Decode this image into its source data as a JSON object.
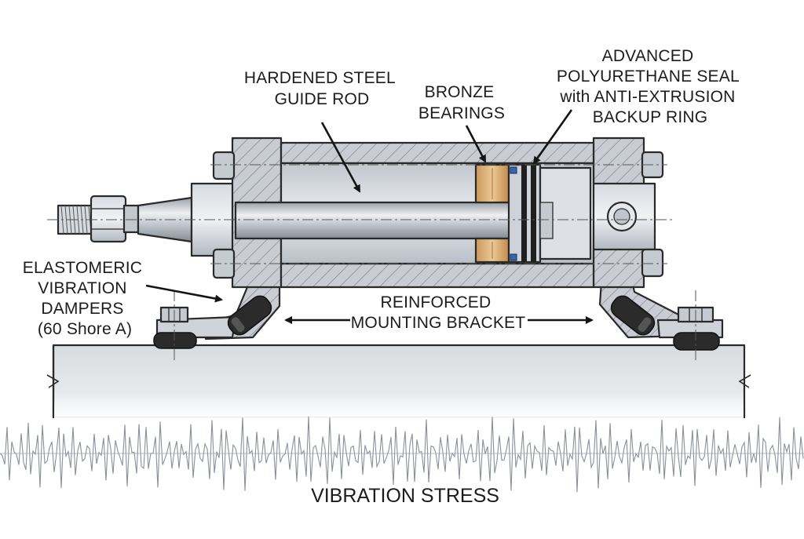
{
  "labels": {
    "guide_rod": [
      "HARDENED STEEL",
      "GUIDE ROD"
    ],
    "bearings": [
      "BRONZE",
      "BEARINGS"
    ],
    "seal": [
      "ADVANCED",
      "POLYURETHANE SEAL",
      "with ANTI-EXTRUSION",
      "BACKUP RING"
    ],
    "dampers": [
      "ELASTOMERIC",
      "VIBRATION",
      "DAMPERS",
      "(60 Shore A)"
    ],
    "bracket": [
      "REINFORCED",
      "MOUNTING BRACKET"
    ],
    "stress": "VIBRATION STRESS"
  },
  "colors": {
    "steel_light": "#dde1e6",
    "steel_mid": "#b8bec6",
    "steel_dark": "#8e959e",
    "bronze": "#d9b27a",
    "seal": "#1f1f1f",
    "damper": "#2b2b2b",
    "base": "#d3d6da",
    "waveform": "#8a8f99"
  },
  "icons": {
    "stud_nut": "hex-nut-icon",
    "bolt": "hex-bolt-icon",
    "pin": "pivot-pin-icon"
  }
}
